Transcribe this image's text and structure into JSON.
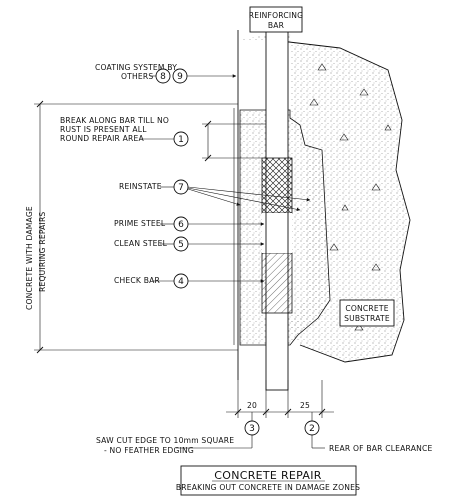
{
  "labels": {
    "reinforcing_bar_line1": "REINFORCING",
    "reinforcing_bar_line2": "BAR",
    "coating_line1": "COATING SYSTEM BY",
    "coating_line2": "OTHERS",
    "break_line1": "BREAK ALONG BAR TILL NO",
    "break_line2": "RUST IS PRESENT ALL",
    "break_line3": "ROUND REPAIR AREA",
    "reinstate": "REINSTATE",
    "prime_steel": "PRIME STEEL",
    "clean_steel": "CLEAN STEEL",
    "check_bar": "CHECK BAR",
    "substrate_line1": "CONCRETE",
    "substrate_line2": "SUBSTRATE",
    "damage_line1": "CONCRETE WITH DAMAGE",
    "damage_line2": "REQUIRING REPAIRS",
    "saw_cut_line1": "SAW CUT EDGE TO 10mm SQUARE",
    "saw_cut_line2": "- NO FEATHER EDGING",
    "rear_clearance": "REAR OF BAR CLEARANCE",
    "dim_left": "20",
    "dim_right": "25"
  },
  "callouts": {
    "coating_a": "8",
    "coating_b": "9",
    "break": "1",
    "reinstate": "7",
    "prime": "6",
    "clean": "5",
    "check": "4",
    "saw_cut": "3",
    "rear": "2"
  },
  "title": {
    "main": "CONCRETE REPAIR",
    "sub": "BREAKING OUT CONCRETE IN DAMAGE ZONES"
  },
  "colors": {
    "line": "#111111",
    "stipple": "#555555",
    "background": "#ffffff"
  }
}
